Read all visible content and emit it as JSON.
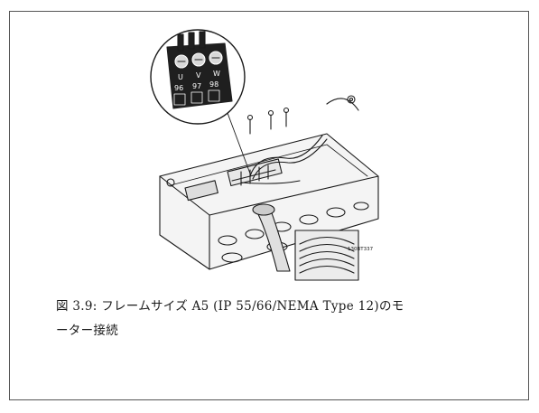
{
  "figure": {
    "connector_labels": {
      "top": [
        "U",
        "V",
        "W"
      ],
      "bottom": [
        "96",
        "97",
        "98"
      ]
    },
    "reference_code": "130BT337"
  },
  "caption": {
    "line1": "図 3.9: フレームサイズ A5 (IP 55/66/NEMA Type 12)のモ",
    "line2": "ーター接続"
  },
  "colors": {
    "border": "#555555",
    "ink": "#1a1a1a",
    "connector_fill": "#1f1f1f"
  }
}
